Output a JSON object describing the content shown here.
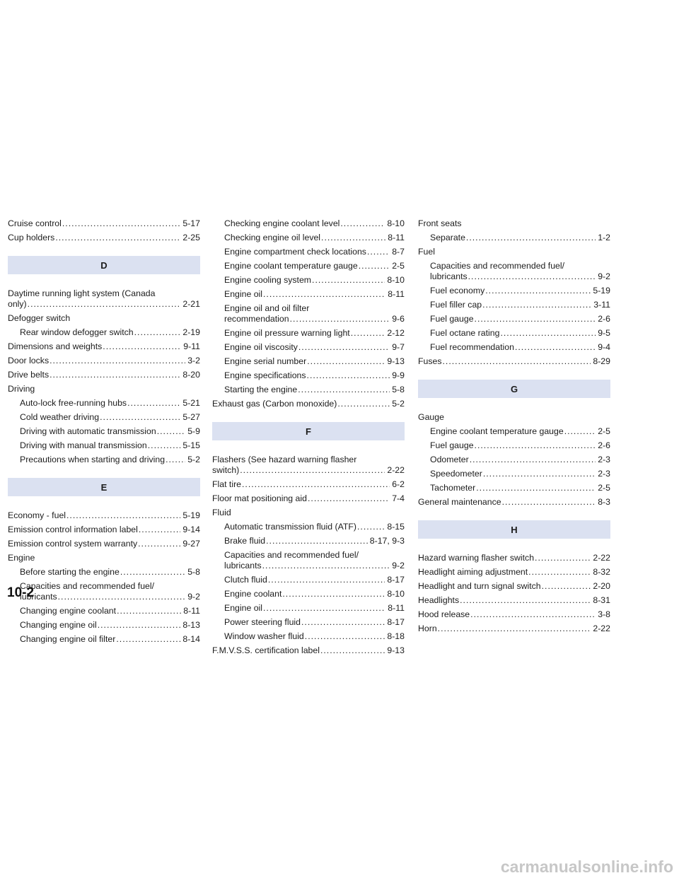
{
  "page_number": "10-2",
  "watermark": "carmanualsonline.info",
  "columns": [
    {
      "blocks": [
        {
          "type": "entry",
          "label": "Cruise control",
          "page": "5-17"
        },
        {
          "type": "entry",
          "label": "Cup holders",
          "page": "2-25"
        },
        {
          "type": "section",
          "letter": "D"
        },
        {
          "type": "wrap",
          "line1": "Daytime running light system (Canada",
          "line2": "only)",
          "page": "2-21"
        },
        {
          "type": "header",
          "label": "Defogger switch"
        },
        {
          "type": "sub",
          "label": "Rear window defogger switch",
          "page": "2-19"
        },
        {
          "type": "entry",
          "label": "Dimensions and weights",
          "page": "9-11"
        },
        {
          "type": "entry",
          "label": "Door locks",
          "page": "3-2"
        },
        {
          "type": "entry",
          "label": "Drive belts",
          "page": "8-20"
        },
        {
          "type": "header",
          "label": "Driving"
        },
        {
          "type": "sub",
          "label": "Auto-lock free-running hubs",
          "page": "5-21"
        },
        {
          "type": "sub",
          "label": "Cold weather driving",
          "page": "5-27"
        },
        {
          "type": "sub",
          "label": "Driving with automatic transmission",
          "page": "5-9"
        },
        {
          "type": "sub",
          "label": "Driving with manual transmission",
          "page": "5-15"
        },
        {
          "type": "sub",
          "label": "Precautions when starting and driving",
          "page": "5-2"
        },
        {
          "type": "section",
          "letter": "E"
        },
        {
          "type": "entry",
          "label": "Economy - fuel",
          "page": "5-19"
        },
        {
          "type": "entry",
          "label": "Emission control information label",
          "page": "9-14"
        },
        {
          "type": "entry",
          "label": "Emission control system warranty",
          "page": "9-27"
        },
        {
          "type": "header",
          "label": "Engine"
        },
        {
          "type": "sub",
          "label": "Before starting the engine",
          "page": "5-8"
        },
        {
          "type": "subwrap",
          "line1": "Capacities and recommended fuel/",
          "line2": "lubricants",
          "page": "9-2"
        },
        {
          "type": "sub",
          "label": "Changing engine coolant",
          "page": "8-11"
        },
        {
          "type": "sub",
          "label": "Changing engine oil",
          "page": "8-13"
        },
        {
          "type": "sub",
          "label": "Changing engine oil filter",
          "page": "8-14"
        }
      ]
    },
    {
      "blocks": [
        {
          "type": "sub",
          "label": "Checking engine coolant level",
          "page": "8-10"
        },
        {
          "type": "sub",
          "label": "Checking engine oil level",
          "page": "8-11"
        },
        {
          "type": "sub",
          "label": "Engine compartment check locations",
          "page": "8-7"
        },
        {
          "type": "sub",
          "label": "Engine coolant temperature gauge",
          "page": "2-5"
        },
        {
          "type": "sub",
          "label": "Engine cooling system",
          "page": "8-10"
        },
        {
          "type": "sub",
          "label": "Engine oil",
          "page": "8-11"
        },
        {
          "type": "subwrap",
          "line1": "Engine oil and oil filter",
          "line2": "recommendation",
          "page": "9-6"
        },
        {
          "type": "sub",
          "label": "Engine oil pressure warning light",
          "page": "2-12"
        },
        {
          "type": "sub",
          "label": "Engine oil viscosity",
          "page": "9-7"
        },
        {
          "type": "sub",
          "label": "Engine serial number",
          "page": "9-13"
        },
        {
          "type": "sub",
          "label": "Engine specifications",
          "page": "9-9"
        },
        {
          "type": "sub",
          "label": "Starting the engine",
          "page": "5-8"
        },
        {
          "type": "entry",
          "label": "Exhaust gas (Carbon monoxide)",
          "page": "5-2"
        },
        {
          "type": "section",
          "letter": "F"
        },
        {
          "type": "wrap",
          "line1": "Flashers (See hazard warning flasher",
          "line2": "switch)",
          "page": "2-22"
        },
        {
          "type": "entry",
          "label": "Flat tire",
          "page": "6-2"
        },
        {
          "type": "entry",
          "label": "Floor mat positioning aid",
          "page": "7-4"
        },
        {
          "type": "header",
          "label": "Fluid"
        },
        {
          "type": "sub",
          "label": "Automatic transmission fluid (ATF)",
          "page": "8-15"
        },
        {
          "type": "sub",
          "label": "Brake fluid",
          "page": "8-17, 9-3"
        },
        {
          "type": "subwrap",
          "line1": "Capacities and recommended fuel/",
          "line2": "lubricants",
          "page": "9-2"
        },
        {
          "type": "sub",
          "label": "Clutch fluid",
          "page": "8-17"
        },
        {
          "type": "sub",
          "label": "Engine coolant",
          "page": "8-10"
        },
        {
          "type": "sub",
          "label": "Engine oil",
          "page": "8-11"
        },
        {
          "type": "sub",
          "label": "Power steering fluid",
          "page": "8-17"
        },
        {
          "type": "sub",
          "label": "Window washer fluid",
          "page": "8-18"
        },
        {
          "type": "entry",
          "label": "F.M.V.S.S. certification label",
          "page": "9-13"
        }
      ]
    },
    {
      "blocks": [
        {
          "type": "header",
          "label": "Front seats"
        },
        {
          "type": "sub",
          "label": "Separate",
          "page": "1-2"
        },
        {
          "type": "header",
          "label": "Fuel"
        },
        {
          "type": "subwrap",
          "line1": "Capacities and recommended fuel/",
          "line2": "lubricants",
          "page": "9-2"
        },
        {
          "type": "sub",
          "label": "Fuel economy",
          "page": "5-19"
        },
        {
          "type": "sub",
          "label": "Fuel filler cap",
          "page": "3-11"
        },
        {
          "type": "sub",
          "label": "Fuel gauge",
          "page": "2-6"
        },
        {
          "type": "sub",
          "label": "Fuel octane rating",
          "page": "9-5"
        },
        {
          "type": "sub",
          "label": "Fuel recommendation",
          "page": "9-4"
        },
        {
          "type": "entry",
          "label": "Fuses",
          "page": "8-29"
        },
        {
          "type": "section",
          "letter": "G"
        },
        {
          "type": "header",
          "label": "Gauge"
        },
        {
          "type": "sub",
          "label": "Engine coolant temperature gauge",
          "page": "2-5"
        },
        {
          "type": "sub",
          "label": "Fuel gauge",
          "page": "2-6"
        },
        {
          "type": "sub",
          "label": "Odometer",
          "page": "2-3"
        },
        {
          "type": "sub",
          "label": "Speedometer",
          "page": "2-3"
        },
        {
          "type": "sub",
          "label": "Tachometer",
          "page": "2-5"
        },
        {
          "type": "entry",
          "label": "General maintenance",
          "page": "8-3"
        },
        {
          "type": "section",
          "letter": "H"
        },
        {
          "type": "entry",
          "label": "Hazard warning flasher switch",
          "page": "2-22"
        },
        {
          "type": "entry",
          "label": "Headlight aiming adjustment",
          "page": "8-32"
        },
        {
          "type": "entry",
          "label": "Headlight and turn signal switch",
          "page": "2-20"
        },
        {
          "type": "entry",
          "label": "Headlights",
          "page": "8-31"
        },
        {
          "type": "entry",
          "label": "Hood release",
          "page": "3-8"
        },
        {
          "type": "entry",
          "label": "Horn",
          "page": "2-22"
        }
      ]
    }
  ]
}
